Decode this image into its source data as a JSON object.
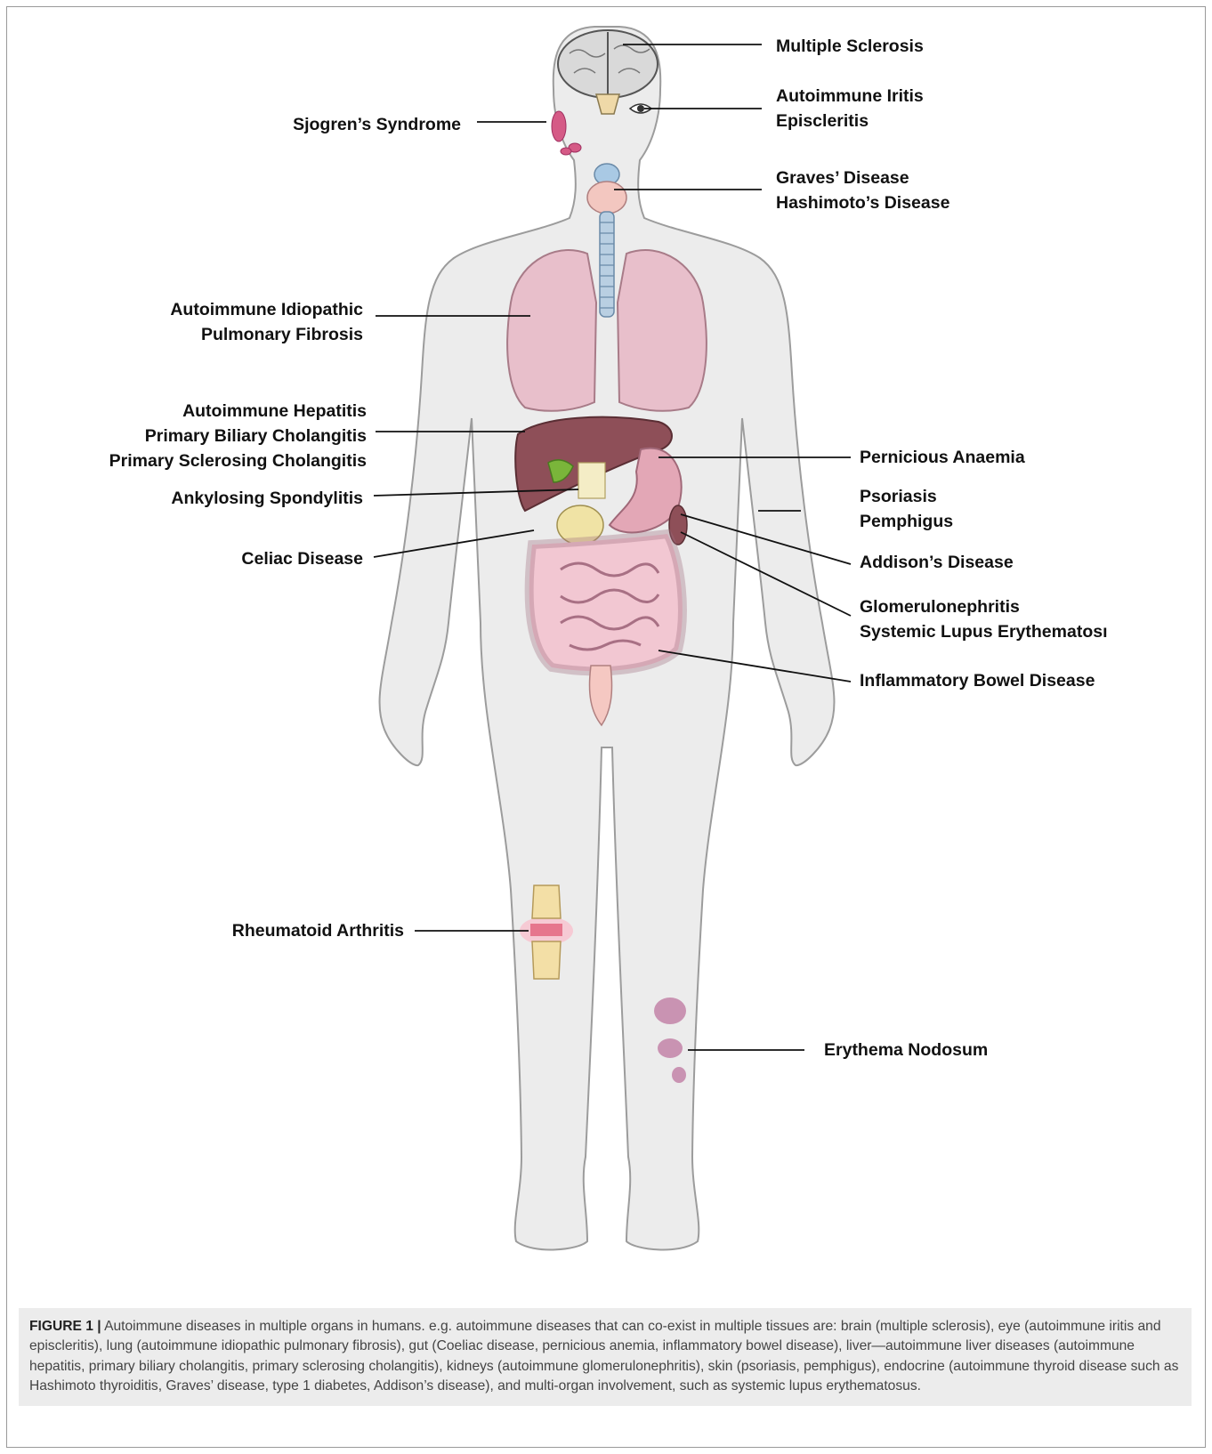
{
  "labels": {
    "multiple_sclerosis": [
      "Multiple Sclerosis"
    ],
    "iritis": [
      "Autoimmune Iritis",
      "Episcleritis"
    ],
    "sjogren": [
      "Sjogren’s Syndrome"
    ],
    "thyroid": [
      "Graves’ Disease",
      "Hashimoto’s Disease"
    ],
    "pulmonary": [
      "Autoimmune Idiopathic",
      "Pulmonary Fibrosis"
    ],
    "liver": [
      "Autoimmune Hepatitis",
      "Primary Biliary Cholangitis",
      "Primary Sclerosing Cholangitis"
    ],
    "ankylosing": [
      "Ankylosing Spondylitis"
    ],
    "celiac": [
      "Celiac Disease"
    ],
    "pernicious": [
      "Pernicious Anaemia"
    ],
    "skin": [
      "Psoriasis",
      "Pemphigus"
    ],
    "addison": [
      "Addison’s Disease"
    ],
    "kidney": [
      "Glomerulonephritis",
      "Systemic Lupus Erythematosı"
    ],
    "ibd": [
      "Inflammatory Bowel Disease"
    ],
    "rheumatoid": [
      "Rheumatoid Arthritis"
    ],
    "erythema": [
      "Erythema Nodosum"
    ]
  },
  "caption": {
    "label": "FIGURE 1 |",
    "text": " Autoimmune diseases in multiple organs in humans. e.g. autoimmune diseases that can co-exist in multiple tissues are: brain (multiple sclerosis), eye (autoimmune iritis and episcleritis), lung (autoimmune idiopathic pulmonary fibrosis), gut (Coeliac disease, pernicious anemia, inflammatory bowel disease), liver—autoimmune liver diseases (autoimmune hepatitis, primary biliary cholangitis, primary sclerosing cholangitis), kidneys (autoimmune glomerulonephritis), skin (psoriasis, pemphigus), endocrine (autoimmune thyroid disease such as Hashimoto thyroiditis, Graves’ disease, type 1 diabetes, Addison’s disease), and multi-organ involvement, such as systemic lupus erythematosus."
  }
}
